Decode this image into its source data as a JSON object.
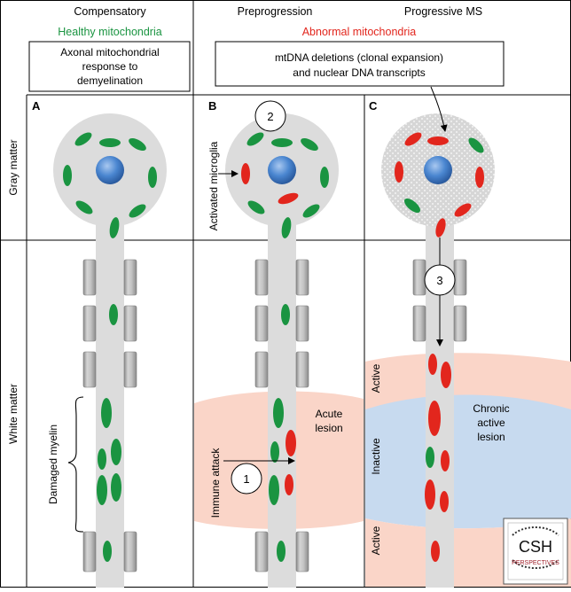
{
  "columns": {
    "compensatory": "Compensatory",
    "preprogression": "Preprogression",
    "progressive": "Progressive MS"
  },
  "status": {
    "healthy": "Healthy mitochondria",
    "abnormal": "Abnormal mitochondria"
  },
  "boxes": {
    "axonal_line1": "Axonal mitochondrial",
    "axonal_line2": "response to",
    "axonal_line3": "demyelination",
    "mtdna_line1": "mtDNA deletions (clonal expansion)",
    "mtdna_line2": "and nuclear DNA transcripts"
  },
  "rows": {
    "gray": "Gray matter",
    "white": "White matter"
  },
  "panels": {
    "a": "A",
    "b": "B",
    "c": "C"
  },
  "labels": {
    "activated_microglia": "Activated microglia",
    "damaged_myelin": "Damaged myelin",
    "immune_attack": "Immune attack",
    "acute1": "Acute",
    "acute2": "lesion",
    "chronic1": "Chronic",
    "chronic2": "active",
    "chronic3": "lesion",
    "active_top": "Active",
    "inactive": "Inactive",
    "active_bottom": "Active"
  },
  "markers": {
    "one": "1",
    "two": "2",
    "three": "3"
  },
  "logo": {
    "line1": "CSH",
    "line2": "PERSPECTIVES"
  },
  "colors": {
    "healthy": "#1a9441",
    "abnormal": "#e2261d",
    "nucleus": "#3a78c8",
    "cell": "#dcdcdc",
    "acute_lesion": "#fad5c8",
    "inactive_zone": "#c7daef",
    "logo_red": "#a0202a"
  }
}
